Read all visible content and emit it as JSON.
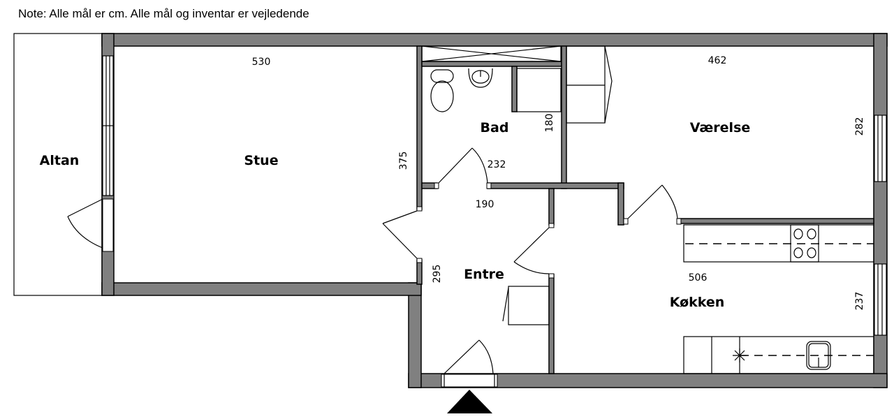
{
  "note": "Note: Alle mål er cm. Alle mål og inventar er vejledende",
  "rooms": {
    "altan": "Altan",
    "stue": "Stue",
    "bad": "Bad",
    "vaerelse": "Værelse",
    "entre": "Entre",
    "kokken": "Køkken"
  },
  "dimensions": {
    "stue_width": "530",
    "stue_depth": "375",
    "bad_depth": "180",
    "bad_width": "232",
    "entre_width": "190",
    "entre_depth": "295",
    "vaerelse_width": "462",
    "vaerelse_depth": "282",
    "kokken_width": "506",
    "kokken_depth": "237"
  },
  "colors": {
    "wall": "#808080",
    "outline": "#000000"
  }
}
